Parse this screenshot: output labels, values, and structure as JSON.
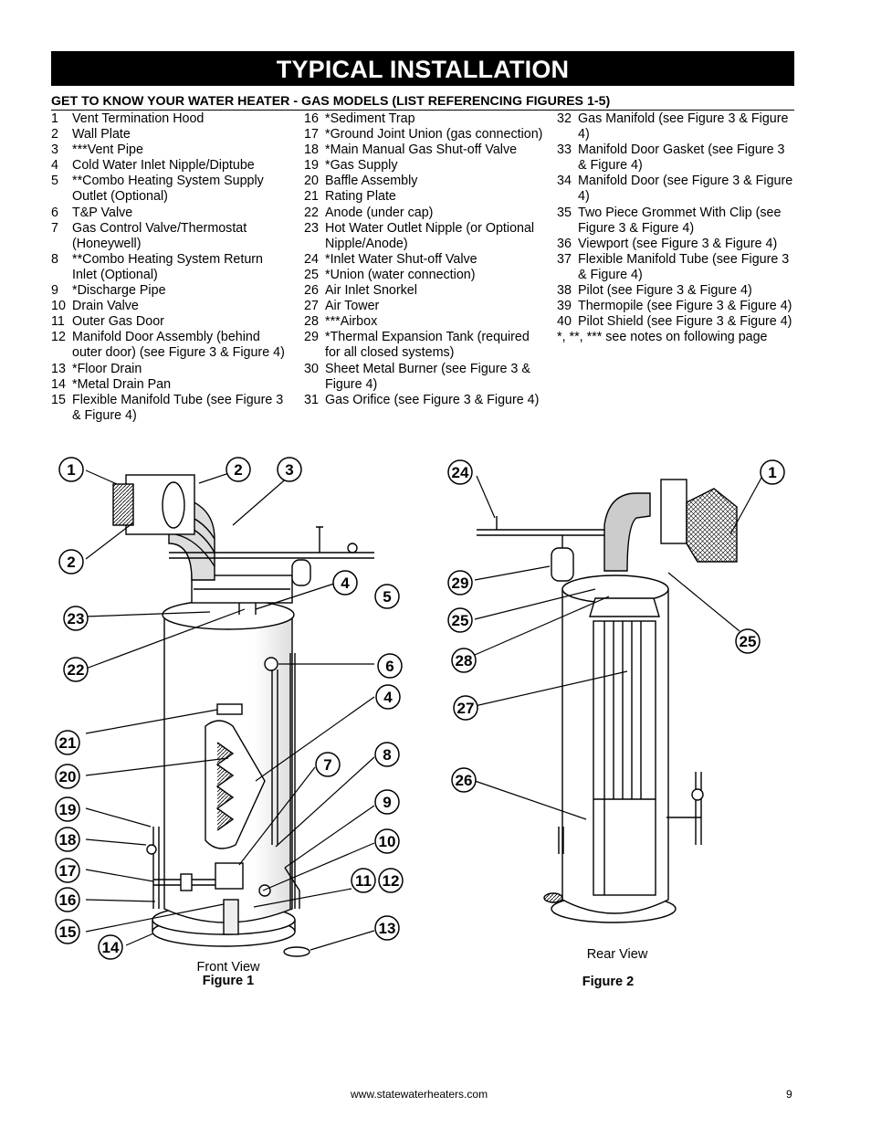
{
  "banner_title": "TYPICAL INSTALLATION",
  "section_title": "GET TO KNOW YOUR WATER HEATER - GAS MODELS (LIST REFERENCING FIGURES 1-5)",
  "parts": [
    {
      "num": "1",
      "label": "Vent Termination Hood"
    },
    {
      "num": "2",
      "label": "Wall Plate"
    },
    {
      "num": "3",
      "label": "***Vent Pipe"
    },
    {
      "num": "4",
      "label": "Cold Water Inlet Nipple/Diptube"
    },
    {
      "num": "5",
      "label": "**Combo Heating System Supply Outlet (Optional)"
    },
    {
      "num": "6",
      "label": "T&P Valve"
    },
    {
      "num": "7",
      "label": "Gas Control Valve/Thermostat (Honeywell)"
    },
    {
      "num": "8",
      "label": "**Combo Heating System Return Inlet (Optional)"
    },
    {
      "num": "9",
      "label": "*Discharge Pipe"
    },
    {
      "num": "10",
      "label": "Drain Valve"
    },
    {
      "num": "11",
      "label": "Outer Gas Door"
    },
    {
      "num": "12",
      "label": "Manifold Door Assembly (behind outer door) (see Figure 3 & Figure 4)"
    },
    {
      "num": "13",
      "label": "*Floor Drain"
    },
    {
      "num": "14",
      "label": "*Metal Drain Pan"
    },
    {
      "num": "15",
      "label": "Flexible Manifold Tube (see Figure 3 & Figure 4)"
    },
    {
      "num": "16",
      "label": "*Sediment Trap"
    },
    {
      "num": "17",
      "label": "*Ground Joint Union (gas connection)"
    },
    {
      "num": "18",
      "label": "*Main Manual Gas Shut-off Valve"
    },
    {
      "num": "19",
      "label": "*Gas Supply"
    },
    {
      "num": "20",
      "label": "Baffle Assembly"
    },
    {
      "num": "21",
      "label": "Rating Plate"
    },
    {
      "num": "22",
      "label": "Anode (under cap)"
    },
    {
      "num": "23",
      "label": "Hot Water Outlet Nipple (or Optional Nipple/Anode)"
    },
    {
      "num": "24",
      "label": "*Inlet Water Shut-off Valve"
    },
    {
      "num": "25",
      "label": "*Union (water connection)"
    },
    {
      "num": "26",
      "label": "Air Inlet Snorkel"
    },
    {
      "num": "27",
      "label": "Air Tower"
    },
    {
      "num": "28",
      "label": "***Airbox"
    },
    {
      "num": "29",
      "label": "*Thermal Expansion Tank (required for all closed systems)"
    },
    {
      "num": "30",
      "label": "Sheet Metal Burner (see Figure 3 & Figure 4)"
    },
    {
      "num": "31",
      "label": "Gas Orifice (see Figure 3 & Figure 4)"
    },
    {
      "num": "32",
      "label": "Gas Manifold (see Figure 3 & Figure 4)"
    },
    {
      "num": "33",
      "label": "Manifold Door Gasket (see Figure 3 & Figure 4)"
    },
    {
      "num": "34",
      "label": "Manifold Door (see Figure 3 & Figure 4)"
    },
    {
      "num": "35",
      "label": "Two Piece Grommet With Clip (see Figure 3 & Figure 4)"
    },
    {
      "num": "36",
      "label": "Viewport (see Figure 3 & Figure 4)"
    },
    {
      "num": "37",
      "label": "Flexible Manifold Tube (see Figure 3 & Figure 4)"
    },
    {
      "num": "38",
      "label": "Pilot (see Figure 3 & Figure 4)"
    },
    {
      "num": "39",
      "label": "Thermopile (see Figure 3 & Figure 4)"
    },
    {
      "num": "40",
      "label": "Pilot Shield (see Figure 3 & Figure 4)"
    }
  ],
  "notes_line": "*, **, *** see notes on following page",
  "figure1": {
    "view": "Front View",
    "caption": "Figure 1",
    "callouts": [
      "1",
      "2",
      "3",
      "2",
      "4",
      "5",
      "23",
      "22",
      "6",
      "4",
      "21",
      "8",
      "7",
      "20",
      "9",
      "19",
      "18",
      "10",
      "17",
      "11",
      "12",
      "16",
      "15",
      "13",
      "14"
    ]
  },
  "figure2": {
    "view": "Rear View",
    "caption": "Figure 2",
    "callouts": [
      "24",
      "1",
      "29",
      "25",
      "25",
      "28",
      "27",
      "26"
    ]
  },
  "footer": {
    "url": "www.statewaterheaters.com",
    "page": "9"
  }
}
